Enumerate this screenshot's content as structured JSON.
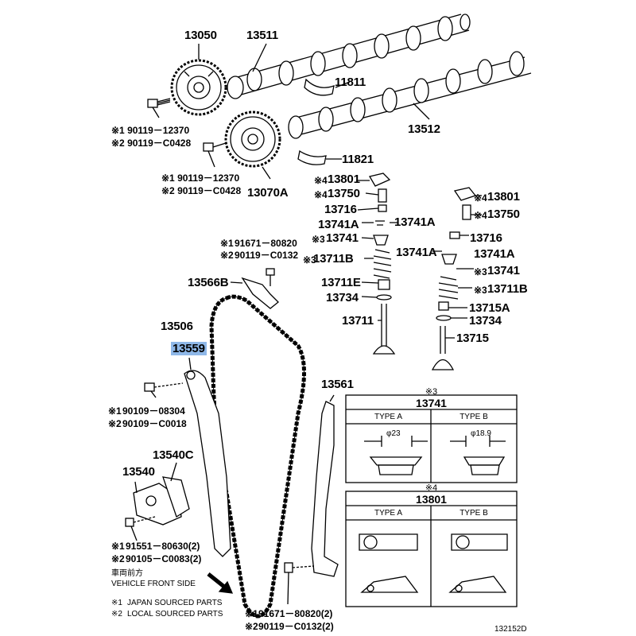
{
  "parts": {
    "p13050": "13050",
    "p13511": "13511",
    "p11811": "11811",
    "p13512": "13512",
    "p11821": "11821",
    "p13070A": "13070A",
    "bolt1_j": "※1 90119－12370",
    "bolt1_l": "※2 90119－C0428",
    "bolt2_j": "※1 90119－12370",
    "bolt2_l": "※2 90119－C0428",
    "l_13801": "13801",
    "l_13750": "13750",
    "l_13716": "13716",
    "l_13741A_a": "13741A",
    "l_13741A_b": "13741A",
    "l_13741": "13741",
    "l_13711B": "13711B",
    "l_13711E": "13711E",
    "l_13734": "13734",
    "l_13711": "13711",
    "r_13801": "13801",
    "r_13750": "13750",
    "r_13716": "13716",
    "r_13741A": "13741A",
    "r_13741": "13741",
    "r_13711B": "13711B",
    "r_13715A": "13715A",
    "r_13734": "13734",
    "r_13715": "13715",
    "star1": "※1",
    "star2": "※2",
    "star3": "※3",
    "star4": "※4",
    "bolt3_j": "91671－80820",
    "bolt3_l": "90119－C0132",
    "p13566B": "13566B",
    "p13506": "13506",
    "p13559": "13559",
    "bolt4_j": "90109－08304",
    "bolt4_l": "90109－C0018",
    "p13540C": "13540C",
    "p13540": "13540",
    "bolt5_j": "91551－80630(2)",
    "bolt5_l": "90105－C0083(2)",
    "p13561": "13561",
    "bolt6_j": "91671－80820(2)",
    "bolt6_l": "90119－C0132(2)"
  },
  "front": {
    "jp": "車両前方",
    "en": "VEHICLE FRONT SIDE"
  },
  "legend": {
    "j": "JAPAN SOURCED PARTS",
    "l": "LOCAL SOURCED PARTS"
  },
  "table1": {
    "star": "※3",
    "title": "13741",
    "typeA": "TYPE A",
    "typeB": "TYPE B",
    "dimA": "φ23",
    "dimB": "φ18.9"
  },
  "table2": {
    "star": "※4",
    "title": "13801",
    "typeA": "TYPE A",
    "typeB": "TYPE B"
  },
  "diagram_id": "132152D",
  "colors": {
    "highlight": "#8fb8e8",
    "line": "#000000"
  }
}
